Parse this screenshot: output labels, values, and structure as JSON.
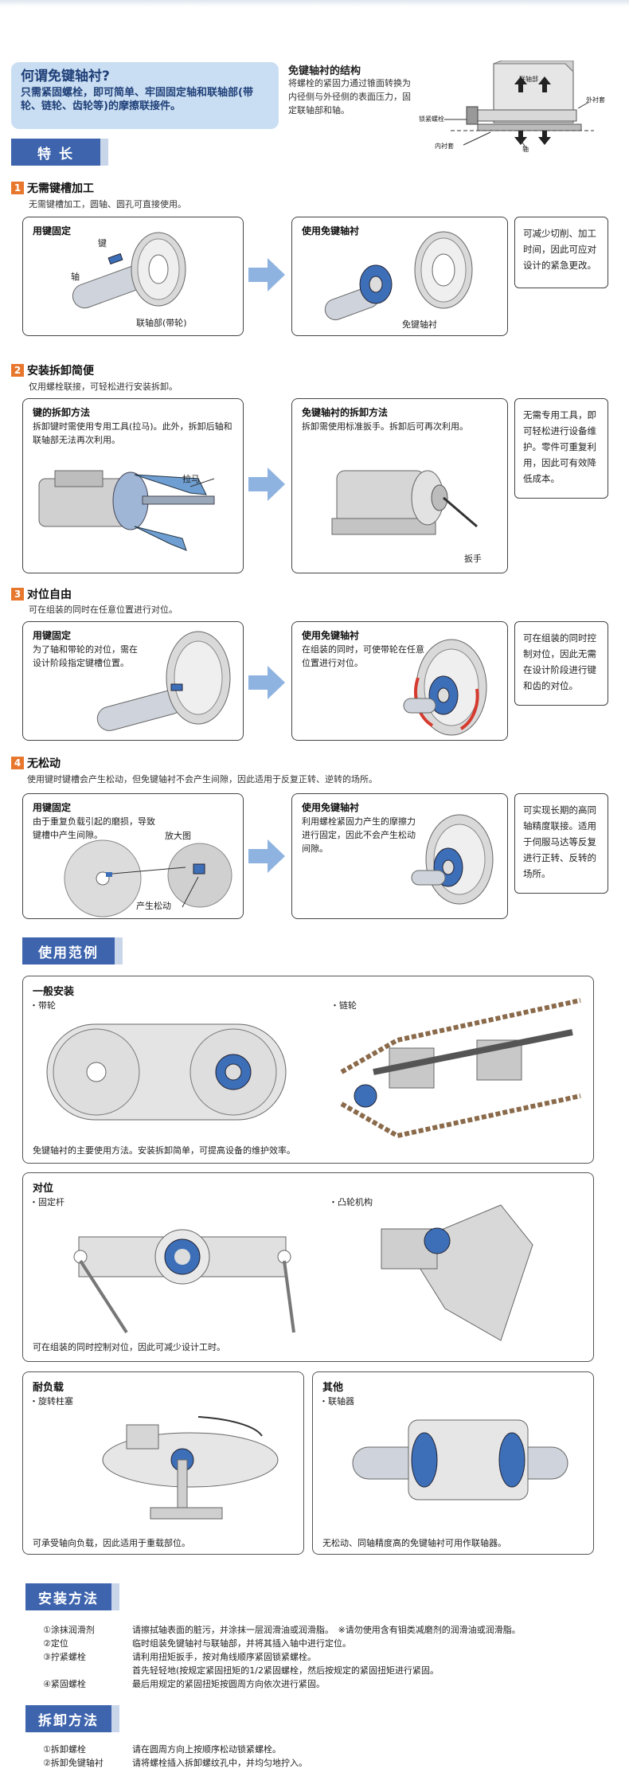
{
  "intro": {
    "title": "何谓免键轴衬?",
    "text": "只需紧固螺栓，即可简单、牢固固定轴和联轴部(带轮、链轮、齿轮等)的摩擦联接件。"
  },
  "structure": {
    "title": "免键轴衬的结构",
    "text": "将螺栓的紧固力通过锥面转换为内径侧与外径侧的表面压力，固定联轴部和轴。",
    "labels": {
      "coupling": "联轴部",
      "outer": "外衬套",
      "bolt": "锁紧螺栓",
      "inner": "内衬套",
      "shaft": "轴"
    }
  },
  "features": {
    "tab": "特 长",
    "items": [
      {
        "num": "1",
        "title": "无需键槽加工",
        "desc": "无需键槽加工，圆轴、圆孔可直接使用。",
        "left_title": "用键固定",
        "left_text": "",
        "left_labels": [
          "键",
          "轴",
          "联轴部(带轮)"
        ],
        "right_title": "使用免键轴衬",
        "right_text": "",
        "right_labels": [
          "免键轴衬"
        ],
        "note": "可减少切削、加工时间，因此可应对设计的紧急更改。"
      },
      {
        "num": "2",
        "title": "安装拆卸简便",
        "desc": "仅用螺栓联接，可轻松进行安装拆卸。",
        "left_title": "键的拆卸方法",
        "left_text": "拆卸键时需使用专用工具(拉马)。此外，拆卸后轴和联轴部无法再次利用。",
        "left_labels": [
          "拉马"
        ],
        "right_title": "免键轴衬的拆卸方法",
        "right_text": "拆卸需使用标准扳手。拆卸后可再次利用。",
        "right_labels": [
          "扳手"
        ],
        "note": "无需专用工具，即可轻松进行设备维护。零件可重复利用，因此可有效降低成本。"
      },
      {
        "num": "3",
        "title": "对位自由",
        "desc": "可在组装的同时在任意位置进行对位。",
        "left_title": "用键固定",
        "left_text": "为了轴和带轮的对位，需在设计阶段指定键槽位置。",
        "left_labels": [],
        "right_title": "使用免键轴衬",
        "right_text": "在组装的同时，可使带轮在任意位置进行对位。",
        "right_labels": [],
        "note": "可在组装的同时控制对位，因此无需在设计阶段进行键和齿的对位。"
      },
      {
        "num": "4",
        "title": "无松动",
        "desc": "使用键时键槽会产生松动，但免键轴衬不会产生间隙，因此适用于反复正转、逆转的场所。",
        "left_title": "用键固定",
        "left_text": "由于重复负载引起的磨损，导致键槽中产生间隙。",
        "left_labels": [
          "放大图",
          "产生松动"
        ],
        "right_title": "使用免键轴衬",
        "right_text": "利用螺栓紧固力产生的摩擦力进行固定，因此不会产生松动间隙。",
        "right_labels": [],
        "note": "可实现长期的高同轴精度联接。适用于伺服马达等反复进行正转、反转的场所。"
      }
    ]
  },
  "usage": {
    "tab": "使用范例",
    "general": {
      "title": "一般安装",
      "sub1": "・带轮",
      "sub2": "・链轮",
      "foot": "免键轴衬的主要使用方法。安装拆卸简单，可提高设备的维护效率。"
    },
    "align": {
      "title": "对位",
      "sub1": "・固定杆",
      "sub2": "・凸轮机构",
      "foot": "可在组装的同时控制对位，因此可减少设计工时。"
    },
    "load": {
      "title": "耐负载",
      "sub1": "・旋转柱塞",
      "foot": "可承受轴向负载，因此适用于重载部位。"
    },
    "other": {
      "title": "其他",
      "sub1": "・联轴器",
      "foot": "无松动、同轴精度高的免键轴衬可用作联轴器。"
    }
  },
  "install": {
    "tab": "安装方法",
    "steps": [
      {
        "label": "①涂抹润滑剂",
        "text": "请擦拭轴表面的脏污，并涂抹一层润滑油或润滑脂。　※请勿使用含有钼类减磨剂的润滑油或润滑脂。"
      },
      {
        "label": "②定位",
        "text": "临时组装免键轴衬与联轴部，并将其插入轴中进行定位。"
      },
      {
        "label": "③拧紧螺栓",
        "text": "请利用扭矩扳手，按对角线顺序紧固锁紧螺栓。"
      },
      {
        "label": "",
        "text": "首先轻轻地(按规定紧固扭矩的1/2紧固螺栓，然后按规定的紧固扭矩进行紧固。"
      },
      {
        "label": "④紧固螺栓",
        "text": "最后用规定的紧固扭矩按圆周方向依次进行紧固。"
      }
    ]
  },
  "removal": {
    "tab": "拆卸方法",
    "steps": [
      {
        "label": "①拆卸螺栓",
        "text": "请在圆周方向上按顺序松动锁紧螺栓。"
      },
      {
        "label": "②拆卸免键轴衬",
        "text": "请将螺栓插入拆卸螺纹孔中，并均匀地拧入。"
      }
    ]
  },
  "colors": {
    "tab_blue": "#3d64ad",
    "number_orange": "#e8772e",
    "arrow_blue": "#8fb3e0",
    "intro_bg": "#c9def2"
  }
}
